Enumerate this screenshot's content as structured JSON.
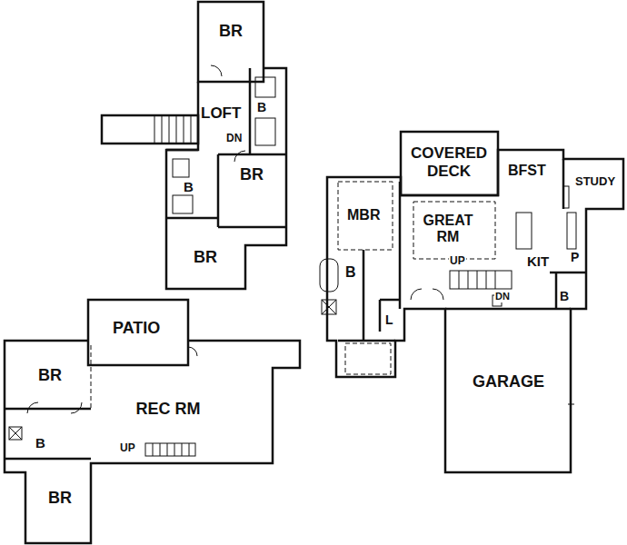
{
  "diagram": {
    "labels": [
      "BR",
      "LOFT",
      "B",
      "DN",
      "B",
      "BR",
      "BR",
      "COVERED DECK",
      "BFST",
      "STUDY",
      "MBR",
      "GREAT RM",
      "UP",
      "KIT",
      "P",
      "B",
      "DN",
      "L",
      "B",
      "GARAGE",
      "PATIO",
      "BR",
      "REC RM",
      "B",
      "UP",
      "BR"
    ]
  }
}
